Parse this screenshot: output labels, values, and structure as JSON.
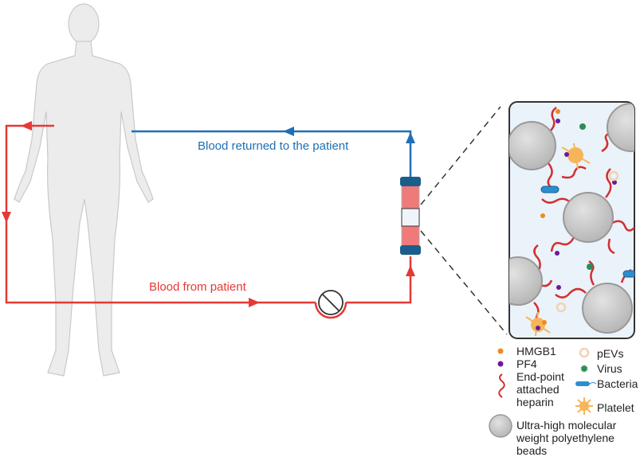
{
  "labels": {
    "returned": "Blood returned to the patient",
    "from": "Blood from patient"
  },
  "legend": {
    "hmgb1": "HMGB1",
    "pf4": "PF4",
    "heparin": [
      "End-point",
      "attached",
      "heparin"
    ],
    "pevs": "pEVs",
    "virus": "Virus",
    "bacteria": "Bacteria",
    "platelet": "Platelet",
    "beads": [
      "Ultra-high molecular",
      "weight polyethylene",
      "beads"
    ]
  },
  "colors": {
    "blue": "#1f6fb5",
    "red": "#e53935",
    "bead": "#c4c4c4",
    "box": "#eaf2fa"
  }
}
